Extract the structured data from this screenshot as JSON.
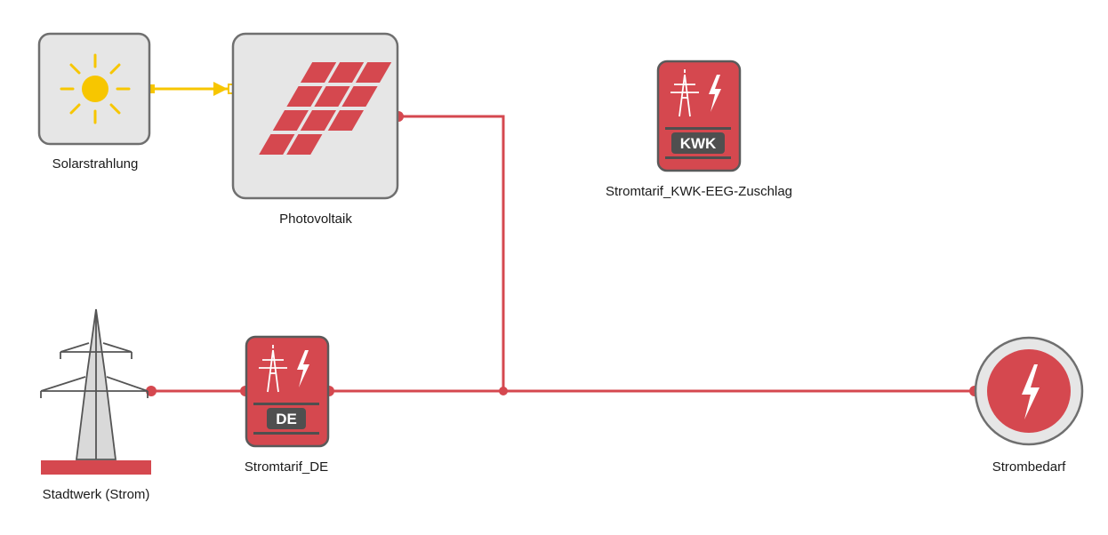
{
  "colors": {
    "line": "#d5484f",
    "solar": "#f7c600",
    "node_gray": "#e6e6e6",
    "node_border": "#6f6f6f",
    "icon_red": "#d5484f",
    "dark": "#4f4f4f"
  },
  "nodes": {
    "solar": {
      "label": "Solarstrahlung",
      "icon": "sun-icon"
    },
    "pv": {
      "label": "Photovoltaik",
      "icon": "solar-panel-icon"
    },
    "kwk": {
      "label": "Stromtarif_KWK-EEG-Zuschlag",
      "icon": "power-tariff-icon",
      "badge": "KWK"
    },
    "grid": {
      "label": "Stadtwerk (Strom)",
      "icon": "transmission-tower-icon"
    },
    "de": {
      "label": "Stromtarif_DE",
      "icon": "power-tariff-icon",
      "badge": "DE"
    },
    "demand": {
      "label": "Strombedarf",
      "icon": "lightning-icon"
    }
  }
}
